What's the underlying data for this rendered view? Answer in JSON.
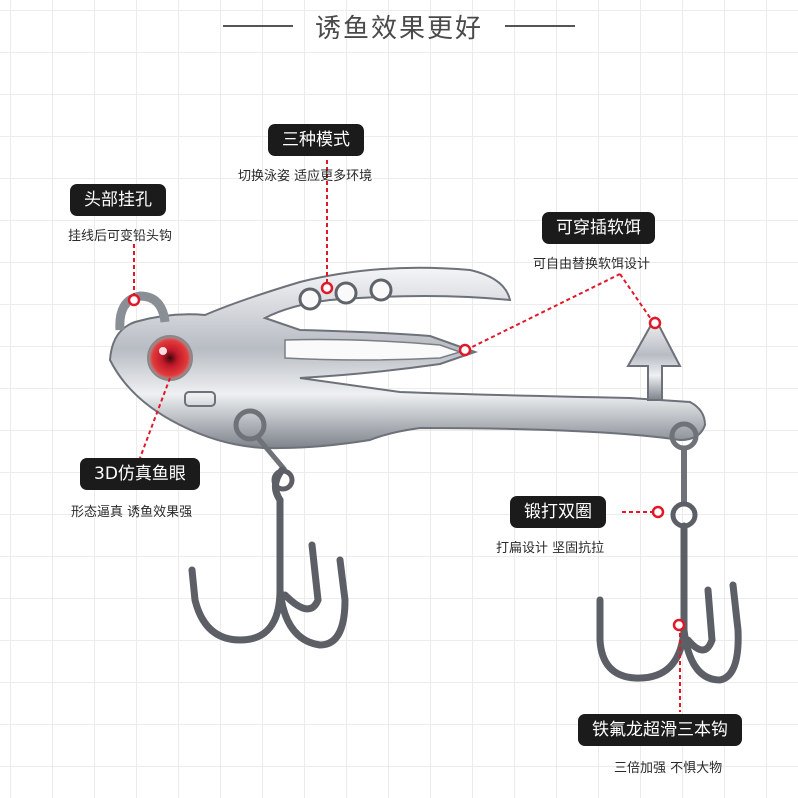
{
  "header": {
    "title": "诱鱼效果更好"
  },
  "callouts": [
    {
      "id": "head-hole",
      "label": "头部挂孔",
      "desc": "挂线后可变铅头钩"
    },
    {
      "id": "modes",
      "label": "三种模式",
      "desc": "切换泳姿 适应更多环境"
    },
    {
      "id": "soft-bait",
      "label": "可穿插软饵",
      "desc": "可自由替换软饵设计"
    },
    {
      "id": "eye",
      "label": "3D仿真鱼眼",
      "desc": "形态逼真 诱鱼效果强"
    },
    {
      "id": "ring",
      "label": "锻打双圈",
      "desc": "打扁设计 坚固抗拉"
    },
    {
      "id": "hook",
      "label": "铁氟龙超滑三本钩",
      "desc": "三倍加强 不惧大物"
    }
  ],
  "colors": {
    "accent": "#e0192a",
    "tag_bg": "#1b1b1b",
    "metal": "#c9ccd1"
  }
}
